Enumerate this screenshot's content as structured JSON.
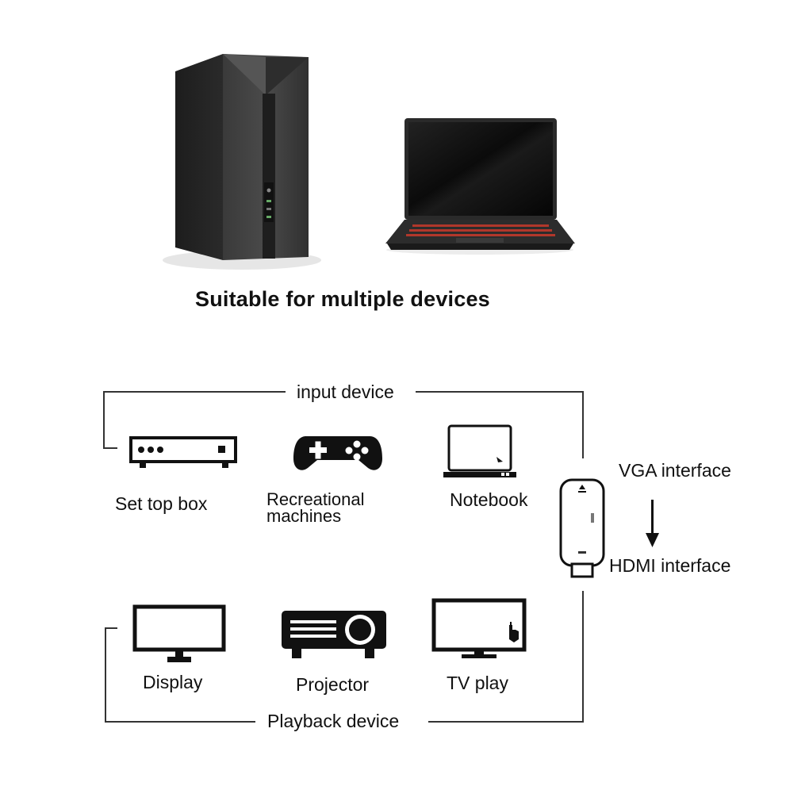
{
  "heading": "Suitable for multiple devices",
  "input_group": {
    "title": "input device",
    "items": [
      {
        "label": "Set top box",
        "icon": "set-top-box-icon"
      },
      {
        "label_line1": "Recreational",
        "label_line2": "machines",
        "icon": "gamepad-icon"
      },
      {
        "label": "Notebook",
        "icon": "notebook-icon"
      }
    ]
  },
  "playback_group": {
    "title": "Playback device",
    "items": [
      {
        "label": "Display",
        "icon": "monitor-icon"
      },
      {
        "label": "Projector",
        "icon": "projector-icon"
      },
      {
        "label": "TV play",
        "icon": "tv-icon"
      }
    ]
  },
  "adapter": {
    "from_label": "VGA interface",
    "to_label": "HDMI interface",
    "icon": "vga-hdmi-adapter-icon"
  },
  "colors": {
    "line": "#333333",
    "icon": "#111111",
    "keyboard_backlight": "#c0392b"
  }
}
